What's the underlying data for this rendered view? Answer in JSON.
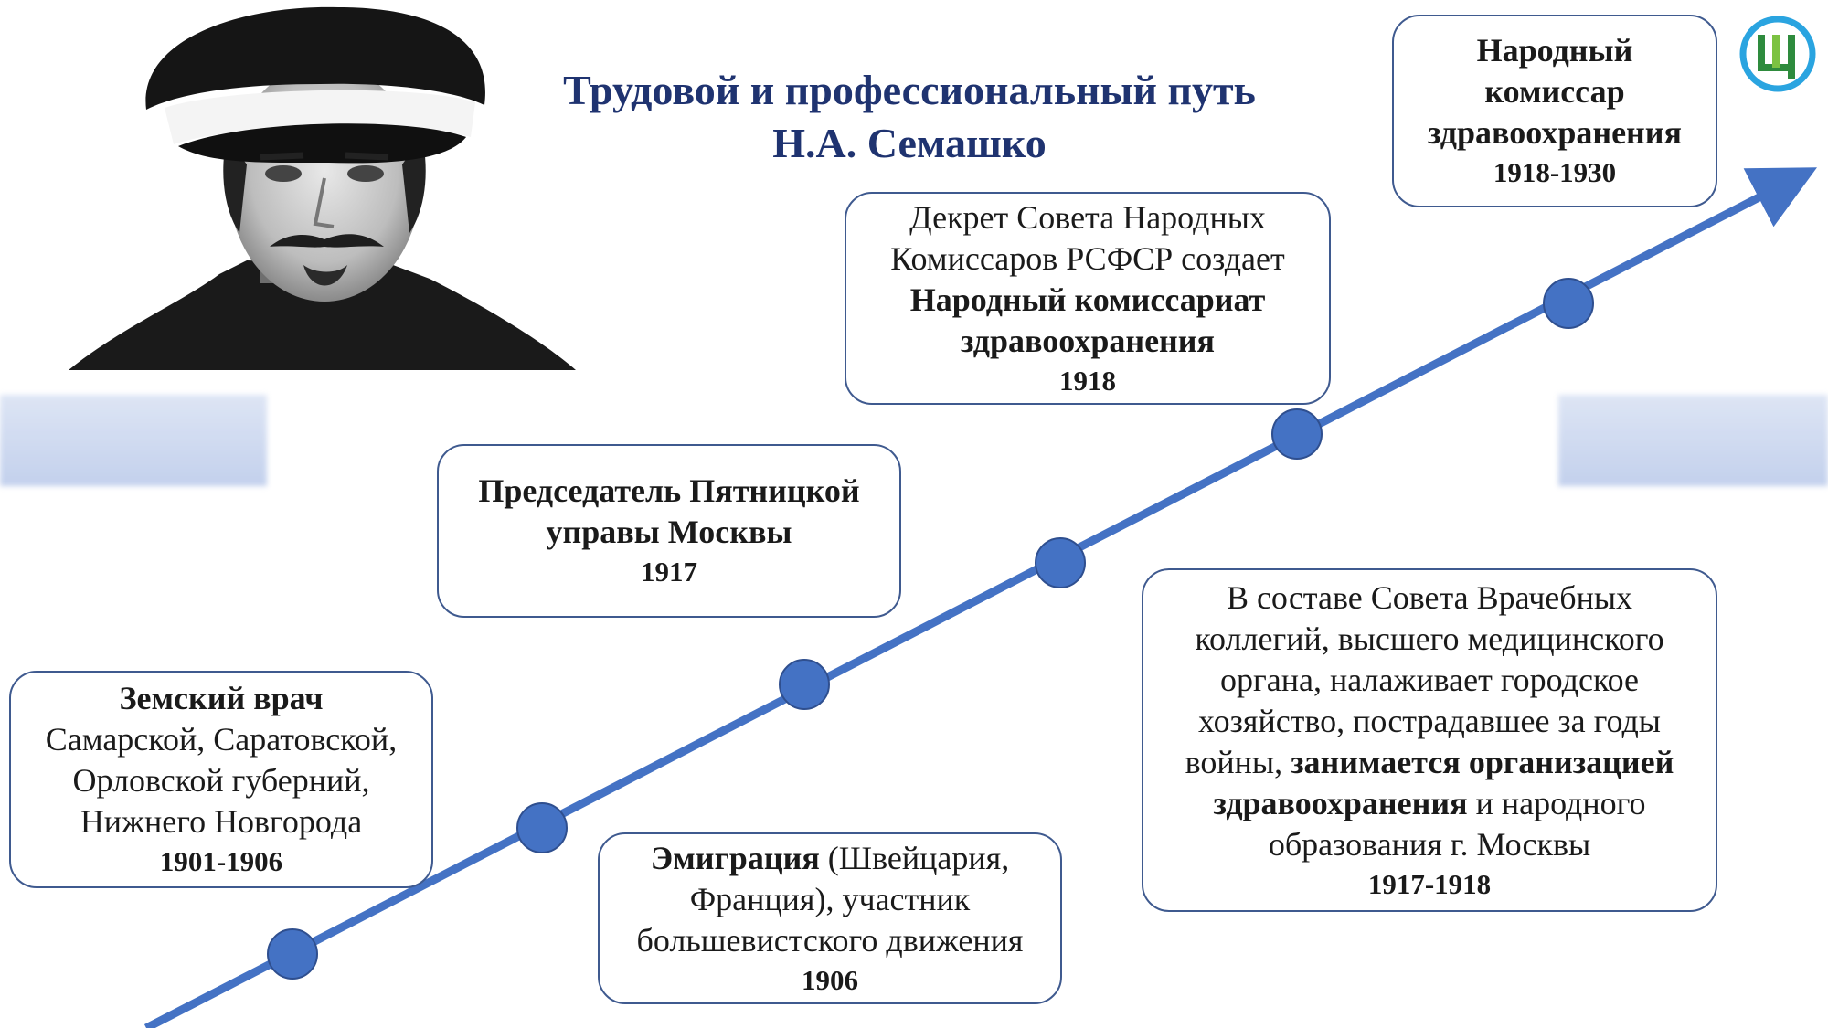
{
  "title": {
    "line1": "Трудовой и профессиональный путь",
    "line2": "Н.А. Семашко"
  },
  "colors": {
    "title": "#1f3370",
    "timeline": "#4472c4",
    "box_border": "#3f5a8f"
  },
  "portrait_icon": "portrait-photo",
  "logo_icon": "letter-ts-circle-logo",
  "events": [
    {
      "bold": "Земский врач",
      "lines": [
        "Самарской, Саратовской,",
        "Орловской губерний,",
        "Нижнего Новгорода"
      ],
      "year": "1901-1906"
    },
    {
      "bold": "Эмиграция",
      "text_after_bold": " (Швейцария,",
      "lines": [
        "Франция), участник",
        "большевистского движения"
      ],
      "year": "1906"
    },
    {
      "bold_lines": [
        "Председатель Пятницкой",
        "управы Москвы"
      ],
      "year": "1917"
    },
    {
      "lines": [
        "Декрет Совета Народных",
        "Комиссаров РСФСР создает"
      ],
      "bold_lines": [
        "Народный комиссариат",
        "здравоохранения"
      ],
      "year": "1918"
    },
    {
      "lines": [
        "В составе Совета Врачебных",
        "коллегий, высшего медицинского",
        "органа, налаживает городское",
        "хозяйство, пострадавшее за годы"
      ],
      "mixed_line1": {
        "plain": "войны, ",
        "bold": "занимается организацией"
      },
      "mixed_line2": {
        "bold": "здравоохранения",
        "plain": " и народного"
      },
      "last_line": "образования г. Москвы",
      "year": "1917-1918"
    },
    {
      "bold_lines": [
        "Народный",
        "комиссар",
        "здравоохранения"
      ],
      "year": "1918-1930"
    }
  ]
}
